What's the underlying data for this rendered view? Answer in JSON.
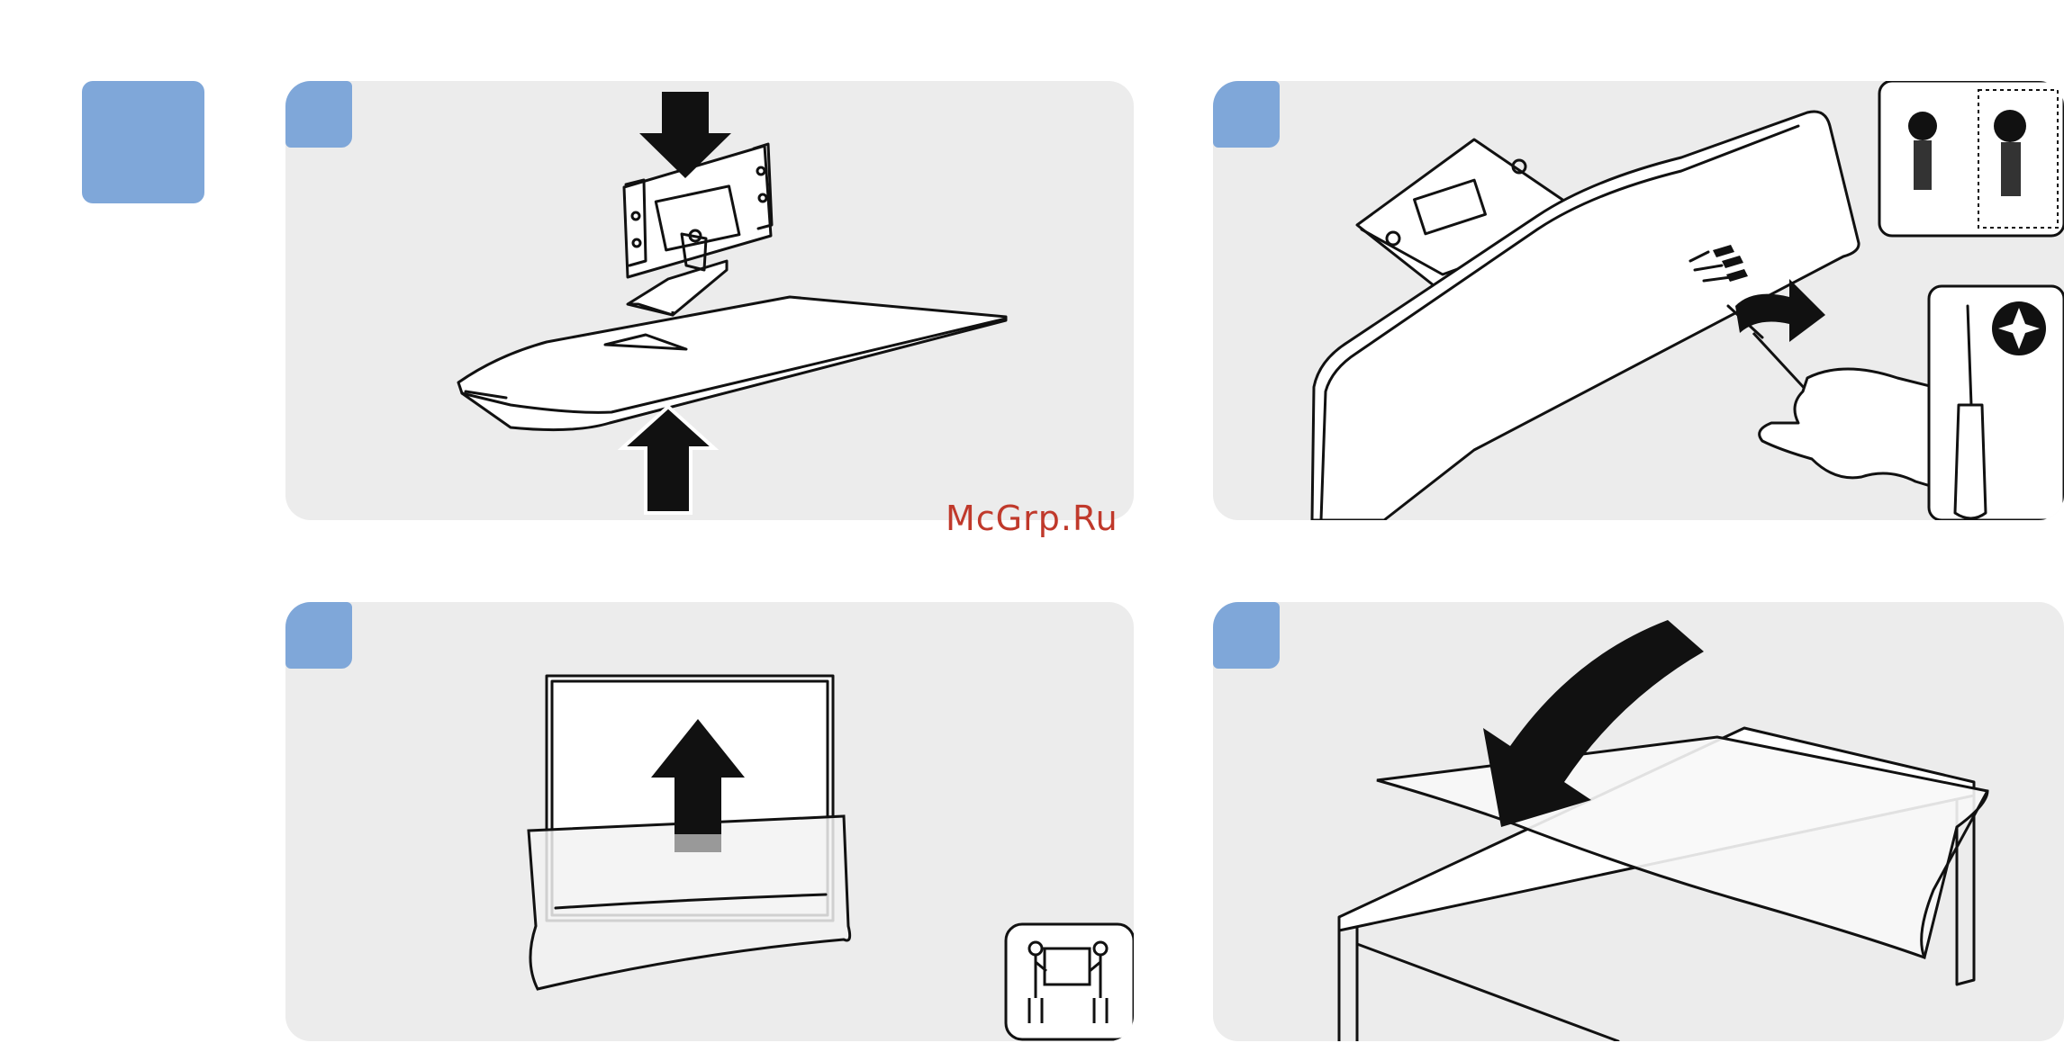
{
  "watermark": "McGrp.Ru",
  "colors": {
    "step_badge": "#7fa7d9",
    "panel_bg": "#ececec",
    "watermark": "#c0392b"
  },
  "panels": [
    {
      "step_badge_text": "",
      "illustration": "stand-neck-onto-base-arrows"
    },
    {
      "step_badge_text": "",
      "illustration": "screw-stand-to-tv-back",
      "icons": [
        "screw-icon",
        "screwdriver-icon"
      ]
    },
    {
      "step_badge_text": "",
      "illustration": "lift-tv-out-of-bag",
      "icons": [
        "two-person-lift-icon"
      ]
    },
    {
      "step_badge_text": "",
      "illustration": "cloth-on-table-arrow"
    }
  ]
}
